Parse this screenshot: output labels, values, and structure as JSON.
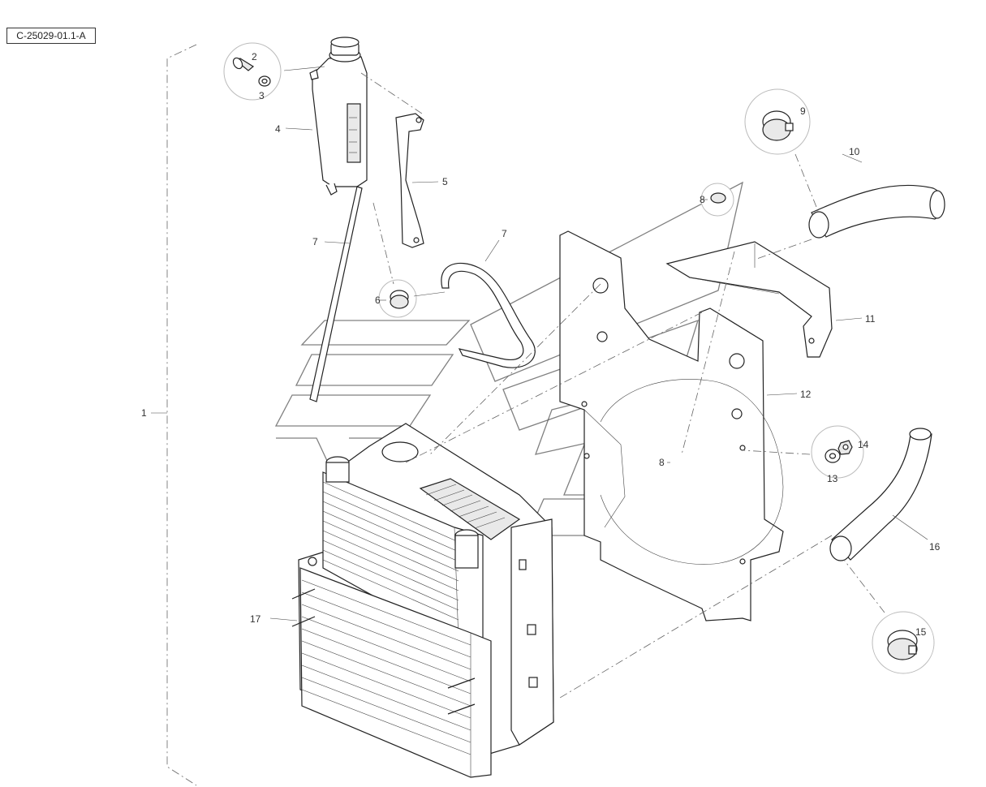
{
  "reference_code": "C-25029-01.1-A",
  "callouts": {
    "c1": "1",
    "c2": "2",
    "c3": "3",
    "c4": "4",
    "c5": "5",
    "c6": "6",
    "c7a": "7",
    "c7b": "7",
    "c8a": "8",
    "c8b": "8",
    "c9": "9",
    "c10": "10",
    "c11": "11",
    "c12": "12",
    "c13": "13",
    "c14": "14",
    "c15": "15",
    "c16": "16",
    "c17": "17"
  }
}
